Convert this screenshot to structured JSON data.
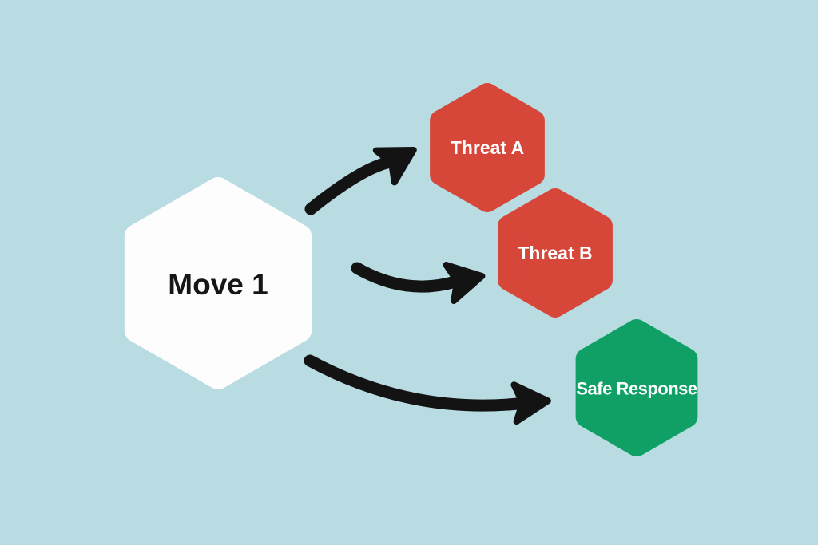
{
  "colors": {
    "background": "#b8dce1",
    "arrow": "#131313",
    "move_fill": "#fdfdfd",
    "move_text": "#161616",
    "threat_fill": "#d6473a",
    "safe_fill": "#10a066",
    "light_text": "#ffffff"
  },
  "nodes": [
    {
      "id": "move-1",
      "label": "Move 1",
      "type": "start"
    },
    {
      "id": "threat-a",
      "label": "Threat A",
      "type": "threat"
    },
    {
      "id": "threat-b",
      "label": "Threat B",
      "type": "threat"
    },
    {
      "id": "safe-response",
      "label": "Safe Response",
      "type": "safe"
    }
  ],
  "edges": [
    {
      "from": "move-1",
      "to": "threat-a"
    },
    {
      "from": "move-1",
      "to": "threat-b"
    },
    {
      "from": "move-1",
      "to": "safe-response"
    }
  ]
}
